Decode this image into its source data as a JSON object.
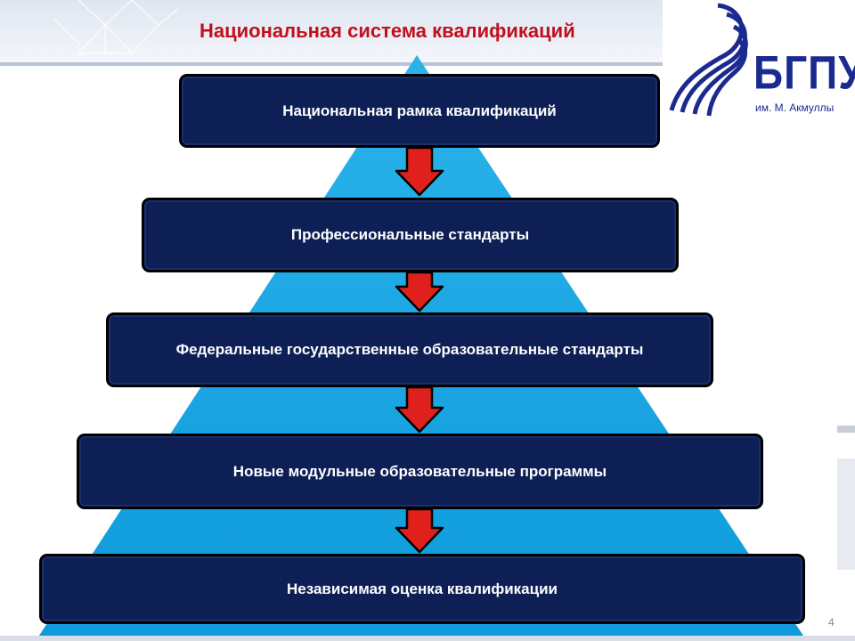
{
  "title": "Национальная система квалификаций",
  "logo": {
    "name": "БГПУ",
    "subtitle": "им. М. Акмуллы"
  },
  "levels": [
    "Национальная рамка квалификаций",
    "Профессиональные стандарты",
    "Федеральные государственные образовательные стандарты",
    "Новые модульные образовательные программы",
    "Независимая оценка квалификации"
  ],
  "page_number": "4",
  "colors": {
    "pyramid": "#16a6e3",
    "box": "#0e1f55",
    "arrow": "#e0201c",
    "title": "#c0101e",
    "logo": "#1b2a8f"
  }
}
